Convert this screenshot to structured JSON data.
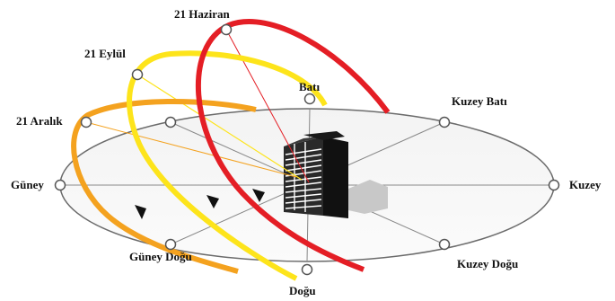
{
  "labels": {
    "june": "21 Haziran",
    "september": "21 Eylül",
    "december": "21 Aralık",
    "west": "Batı",
    "northwest": "Kuzey Batı",
    "south": "Güney",
    "north": "Kuzey",
    "southeast": "Güney Doğu",
    "northeast": "Kuzey Doğu",
    "east": "Doğu"
  },
  "colors": {
    "june": "#e41e25",
    "september": "#fde41b",
    "december": "#f4a21f",
    "horizon": "#6b6b6b",
    "building": "#1a1a1a",
    "shadow": "#c8c8c8"
  }
}
